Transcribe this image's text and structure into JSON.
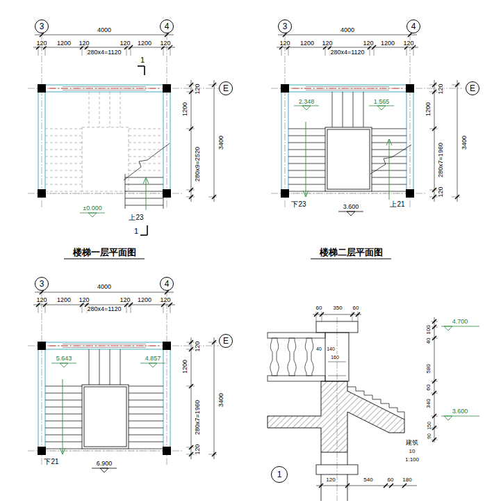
{
  "diagram": {
    "nodes": [
      {
        "text": [
          "3"
        ]
      },
      {
        "text": [
          "4"
        ]
      },
      {
        "text": [
          "E"
        ]
      },
      {
        "text": [
          "3"
        ]
      },
      {
        "text": [
          "4"
        ]
      },
      {
        "text": [
          "E"
        ]
      },
      {
        "text": [
          "3"
        ]
      },
      {
        "text": [
          "4"
        ]
      },
      {
        "text": [
          "E"
        ]
      },
      {
        "text": [
          "1"
        ]
      }
    ],
    "labels": [
      "4000",
      "120",
      "1200",
      "120",
      "280x4=1120",
      "120",
      "1200",
      "120",
      "1",
      "120",
      "1200",
      "280x9=2520",
      "3400",
      "±0.000",
      "上23",
      "1",
      "楼梯一层平面图",
      "4000",
      "120",
      "1200",
      "120",
      "280x4=1120",
      "120",
      "1200",
      "120",
      "120",
      "1200",
      "280x7=1960",
      "120",
      "3400",
      "2.348",
      "1.565",
      "下23",
      "3.600",
      "上21",
      "楼梯二层平面图",
      "4000",
      "120",
      "1200",
      "120",
      "280x4=1120",
      "120",
      "1200",
      "120",
      "120",
      "1200",
      "280x7=1960",
      "120",
      "3400",
      "5.643",
      "4.857",
      "下21",
      "6.900",
      "60",
      "350",
      "60",
      "4.700",
      "40",
      "100",
      "580",
      "60",
      "340",
      "3.600",
      "150",
      "90",
      "40",
      "140",
      "160",
      "建筑",
      "10",
      "1:100",
      "120",
      "540",
      "60",
      "180"
    ]
  }
}
